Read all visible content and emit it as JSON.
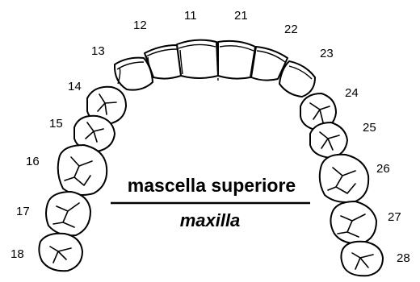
{
  "diagram": {
    "title_italian": "mascella superiore",
    "title_latin": "maxilla",
    "tooth_numbers": {
      "t11": "11",
      "t12": "12",
      "t13": "13",
      "t14": "14",
      "t15": "15",
      "t16": "16",
      "t17": "17",
      "t18": "18",
      "t21": "21",
      "t22": "22",
      "t23": "23",
      "t24": "24",
      "t25": "25",
      "t26": "26",
      "t27": "27",
      "t28": "28"
    }
  }
}
